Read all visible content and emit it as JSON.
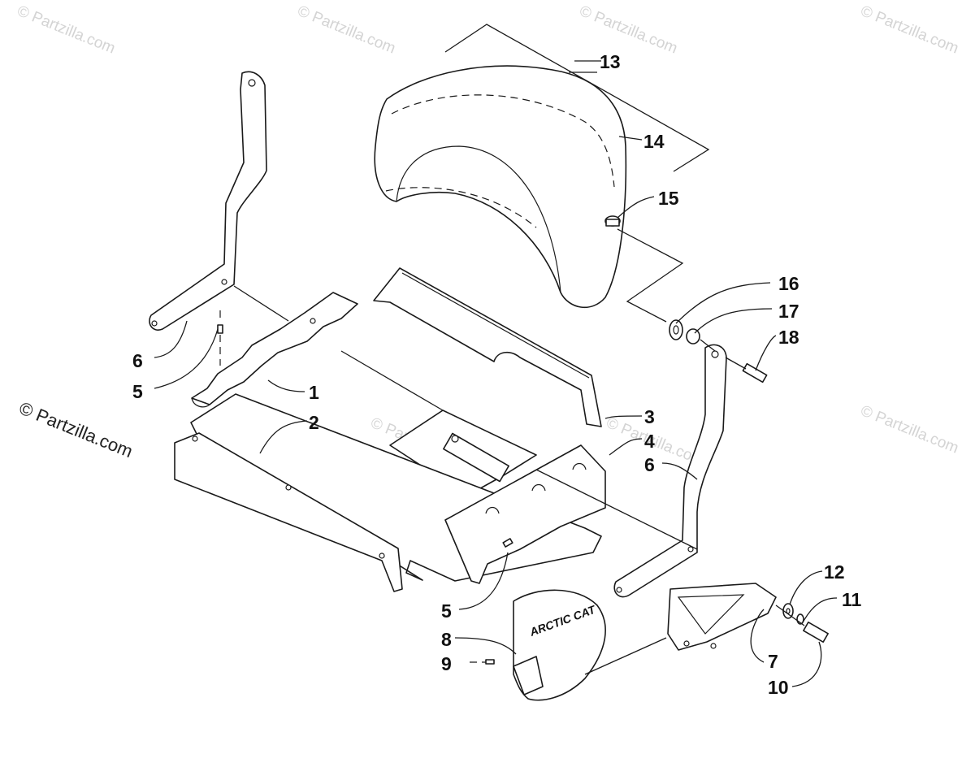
{
  "watermark": "© Partzilla.com",
  "credit": "© Partzilla.com",
  "logo_text": "ARCTIC CAT",
  "callouts": {
    "c1": "1",
    "c2": "2",
    "c3": "3",
    "c4": "4",
    "c5a": "5",
    "c5b": "5",
    "c6a": "6",
    "c6b": "6",
    "c7": "7",
    "c8": "8",
    "c9": "9",
    "c10": "10",
    "c11": "11",
    "c12": "12",
    "c13": "13",
    "c14": "14",
    "c15": "15",
    "c16": "16",
    "c17": "17",
    "c18": "18"
  }
}
